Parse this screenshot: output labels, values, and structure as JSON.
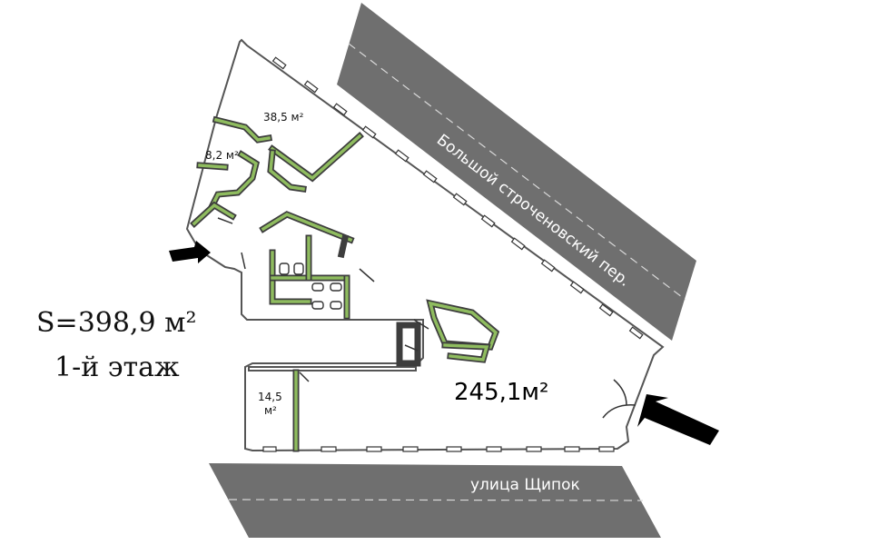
{
  "streets": {
    "top": "Большой строченовский пер.",
    "bottom": "улица Щипок"
  },
  "rooms": [
    {
      "id": "room-a",
      "area": "38,5 м²"
    },
    {
      "id": "room-b",
      "area": "8,2 м²"
    },
    {
      "id": "room-c",
      "area_line1": "14,5",
      "area_line2": "м²"
    },
    {
      "id": "hall",
      "area": "245,1м²"
    }
  ],
  "total": {
    "area": "S=398,9 м²",
    "floor": "1-й этаж"
  },
  "icons": [
    "entrance-arrow-icon",
    "entrance-arrow-icon",
    "toilet-icon"
  ]
}
